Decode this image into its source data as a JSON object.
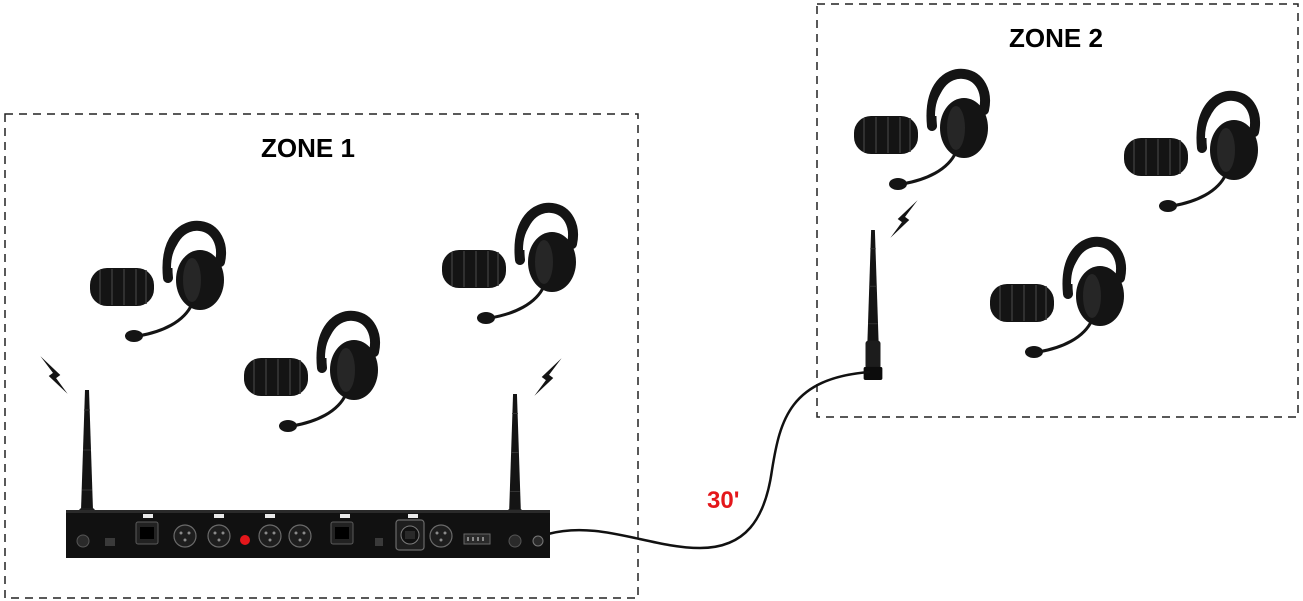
{
  "zones": [
    {
      "label": "ZONE 1"
    },
    {
      "label": "ZONE 2"
    }
  ],
  "cable": {
    "length_label": "30'"
  },
  "colors": {
    "zone_border": "#222222",
    "cable_label": "#e4171b",
    "device": "#111111",
    "indicator": "#e4171b"
  },
  "icons": {
    "headset": "headset-with-beltpack-icon",
    "antenna": "antenna-icon",
    "signal": "wireless-signal-icon",
    "base_station": "base-station-icon"
  }
}
